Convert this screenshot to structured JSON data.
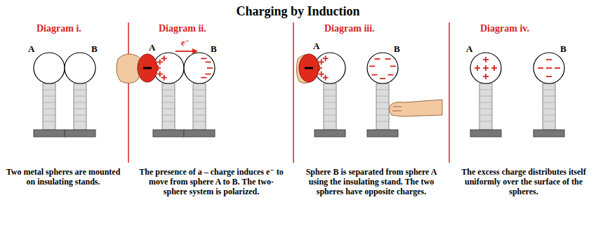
{
  "diagram": {
    "title": "Charging by Induction",
    "labels": [
      "Diagram i.",
      "A",
      "B",
      "Two metal spheres are mounted on insulating stands.",
      "Diagram ii.",
      "A",
      "B",
      "e⁻",
      "The presence of a – charge induces e⁻ to move from sphere A to B. The two-sphere system is polarized.",
      "Diagram iii.",
      "A",
      "B",
      "Sphere B is separated from sphere A using the insulating stand. The two spheres have opposite charges.",
      "Diagram iv.",
      "A",
      "B",
      "The excess charge distributes itself uniformly over the surface of the spheres."
    ]
  }
}
